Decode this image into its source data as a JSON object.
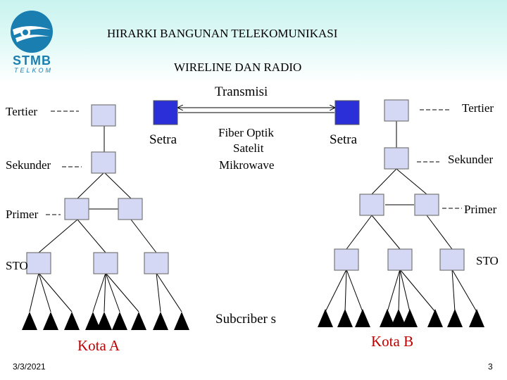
{
  "header": {
    "title": "HIRARKI BANGUNAN TELEKOMUNIKASI",
    "subtitle": "WIRELINE DAN RADIO"
  },
  "logo": {
    "name": "STMB",
    "tagline": "TELKOM"
  },
  "labels": {
    "transmisi": "Transmisi",
    "tertier_left": "Tertier",
    "tertier_right": "Tertier",
    "sekunder_left": "Sekunder",
    "sekunder_right": "Sekunder",
    "primer_left": "Primer",
    "primer_right": "Primer",
    "sto_left": "STO",
    "sto_right": "STO",
    "setra_left": "Setra",
    "setra_right": "Setra",
    "media_1": "Fiber Optik",
    "media_2": "Satelit",
    "media_3": "Mikrowave",
    "subscribers": "Subcriber s",
    "kota_a": "Kota  A",
    "kota_b": "Kota  B"
  },
  "colors": {
    "node_fill": "#d4d8f5",
    "setra_fill": "#2a2fd8",
    "kota_text": "#c00000",
    "header_band": "#c9f3ef"
  },
  "footer": {
    "date": "3/3/2021",
    "page": "3"
  }
}
